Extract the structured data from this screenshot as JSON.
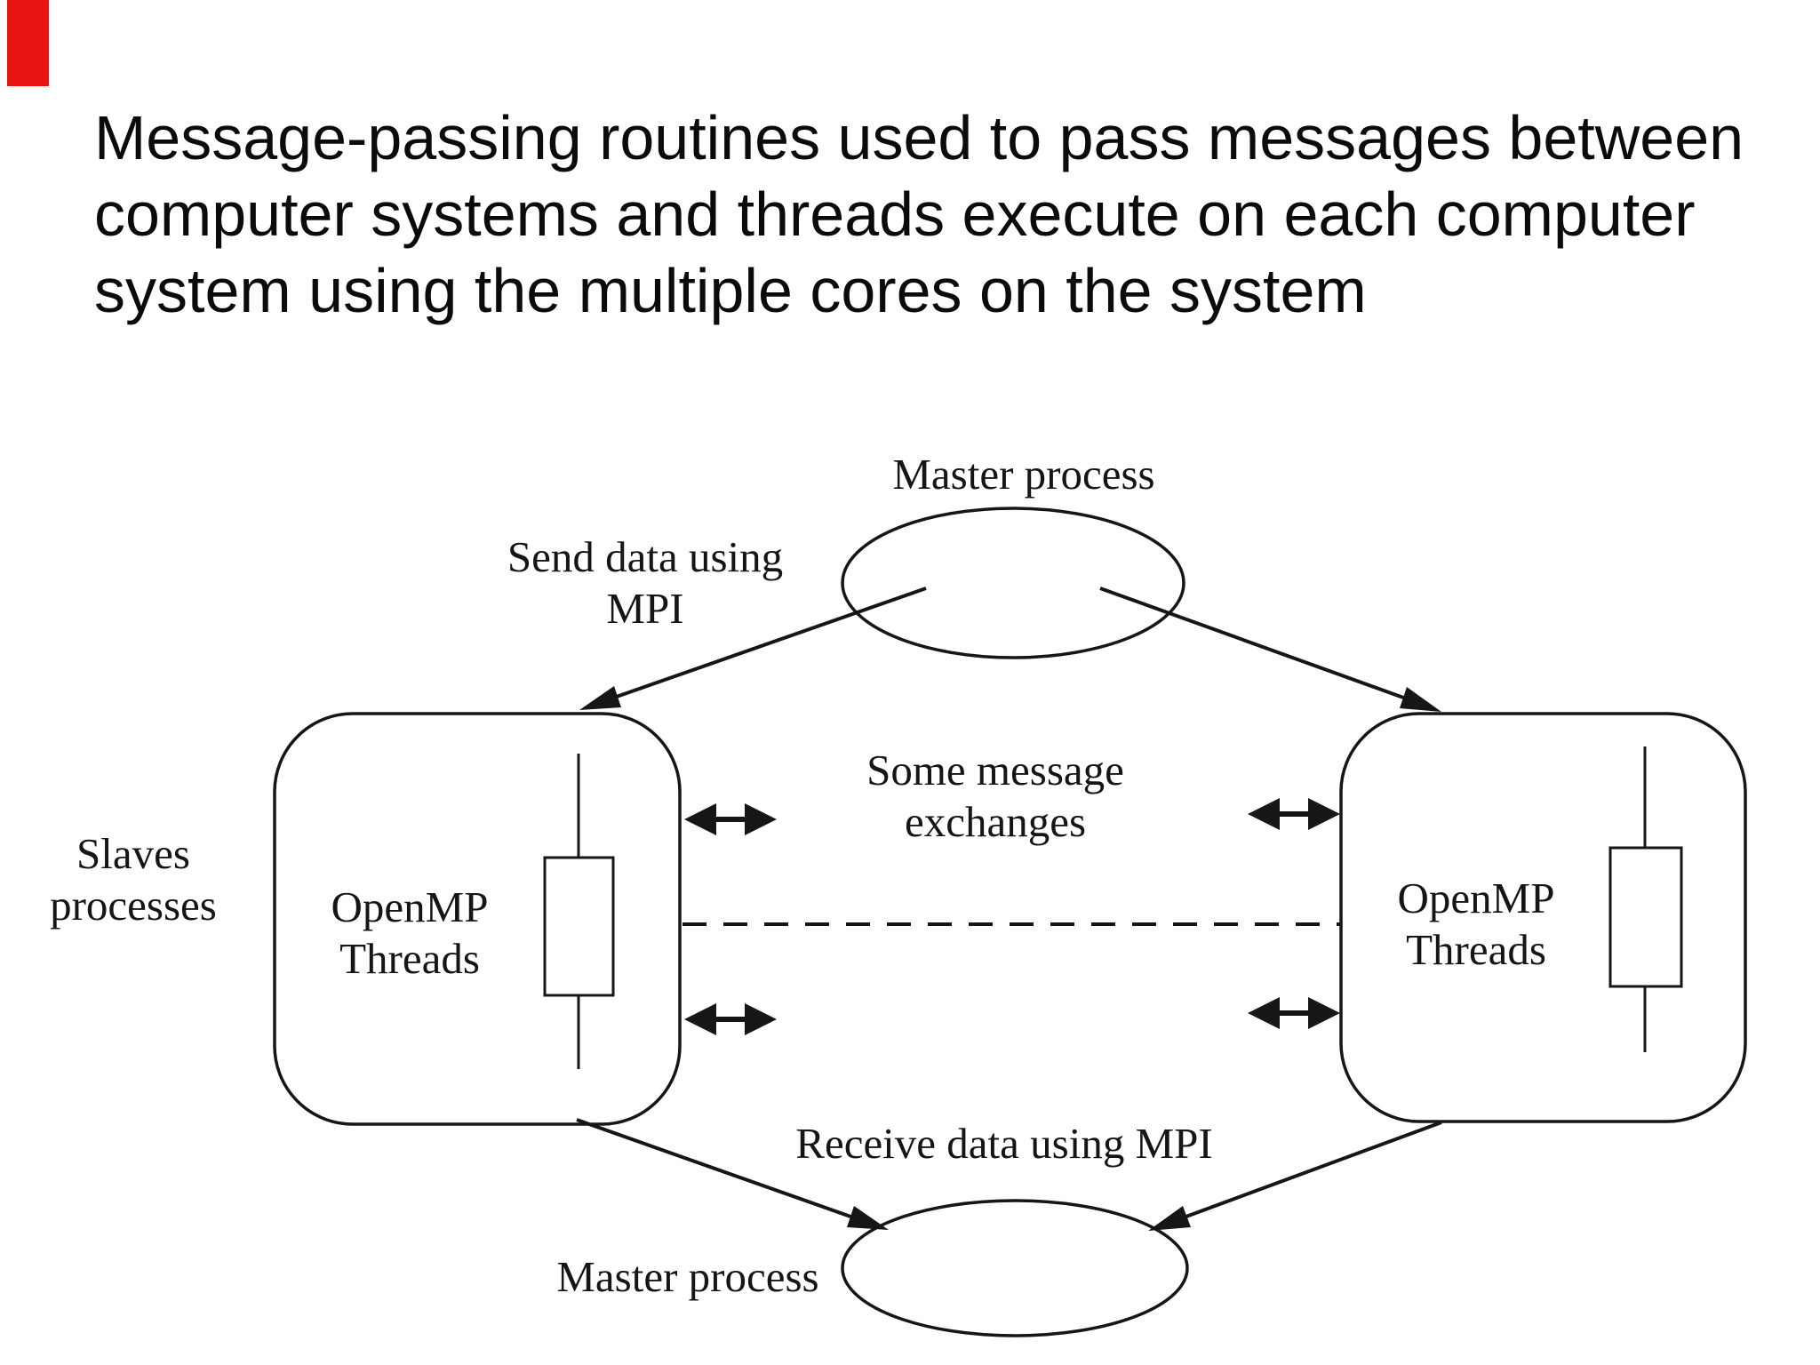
{
  "page": {
    "background_color": "#ffffff",
    "accent_bar_color": "#e81414",
    "diagram_stroke_color": "#161616",
    "text_color": "#0b0b0b"
  },
  "title": {
    "line1": "Message-passing routines used to pass messages between",
    "line2": "computer systems and threads execute on each computer",
    "line3": "system using the multiple cores on the system"
  },
  "diagram": {
    "master_process_top": "Master process",
    "send_label_line1": "Send data using",
    "send_label_line2": "MPI",
    "some_message_line1": "Some message",
    "some_message_line2": "exchanges",
    "slaves_line1": "Slaves",
    "slaves_line2": "processes",
    "openmp_line1": "OpenMP",
    "openmp_line2": "Threads",
    "receive_label": "Receive data using MPI",
    "master_process_bottom": "Master process"
  }
}
